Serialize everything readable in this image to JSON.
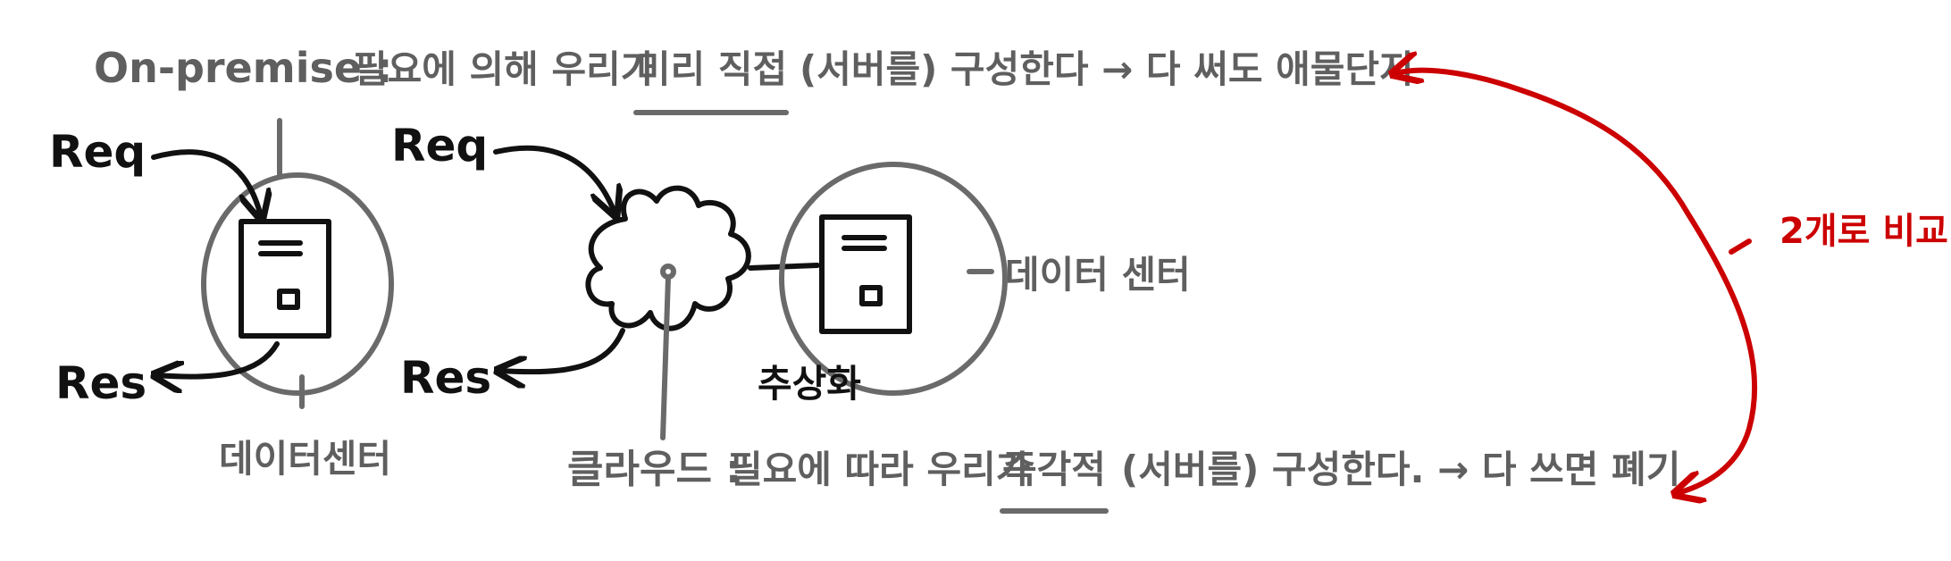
{
  "onpremise": {
    "label": "On-premise :",
    "desc_before": "필요에 의해 우리가",
    "desc_emph": "미리 직접",
    "desc_after": "(서버를) 구성한다 → 다 써도 애물단지"
  },
  "left_server": {
    "req": "Req",
    "res": "Res",
    "datacenter": "데이터센터"
  },
  "cloud_server": {
    "req": "Req",
    "res": "Res",
    "datacenter": "데이터 센터",
    "abstraction": "추상화"
  },
  "cloud": {
    "label": "클라우드 :",
    "desc_before": "필요에 따라 우리가",
    "desc_emph": "즉각적",
    "desc_after": "(서버를) 구성한다. → 다 쓰면 폐기"
  },
  "compare": {
    "label": "2개로 비교",
    "color": "#cc0000"
  }
}
